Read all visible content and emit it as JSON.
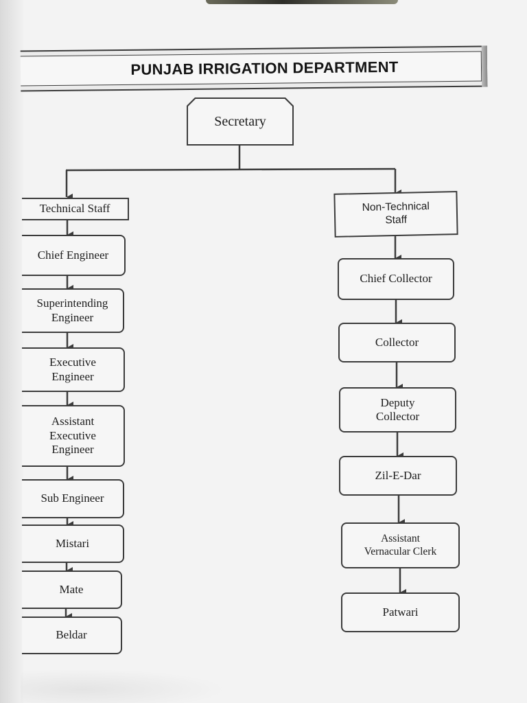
{
  "title": "PUNJAB IRRIGATION DEPARTMENT",
  "root": "Secretary",
  "technical": {
    "header": "Technical Staff",
    "items": [
      "Chief Engineer",
      "Superintending\nEngineer",
      "Executive\nEngineer",
      "Assistant\nExecutive\nEngineer",
      "Sub Engineer",
      "Mistari",
      "Mate",
      "Beldar"
    ]
  },
  "non_technical": {
    "header": "Non-Technical\nStaff",
    "items": [
      "Chief Collector",
      "Collector",
      "Deputy\nCollector",
      "Zil-E-Dar",
      "Assistant\nVernacular Clerk",
      "Patwari"
    ]
  },
  "colors": {
    "line": "#3b3b3b",
    "box_fill": "#f6f6f6"
  }
}
